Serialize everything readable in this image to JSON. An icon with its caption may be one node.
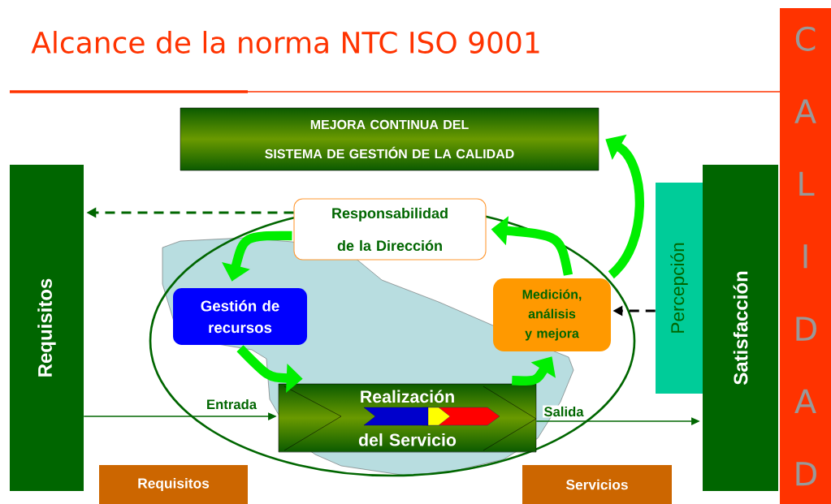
{
  "diagram": {
    "title": "Alcance de la norma NTC ISO 9001",
    "nodes": [
      {
        "text": [
          "MEJORA CONTINUA DEL",
          "SISTEMA DE GESTIÓN DE LA CALIDAD"
        ]
      },
      {
        "text": [
          "Requisitos"
        ]
      },
      {
        "text": [
          "Responsabilidad de la Dirección"
        ]
      },
      {
        "text": [
          "Gestión de recursos"
        ]
      },
      {
        "text": [
          "Realización del Servicio"
        ]
      },
      {
        "text": [
          "Medición, análisis y mejora"
        ]
      },
      {
        "text": [
          "Percepción"
        ]
      },
      {
        "text": [
          "Satisfacción"
        ]
      },
      {
        "text": [
          "Requisitos"
        ]
      },
      {
        "text": [
          "Servicios"
        ]
      },
      {
        "text": [
          "C A L I D A D"
        ]
      }
    ],
    "edges": [
      {
        "from": 1,
        "to": 4,
        "arrow": "to",
        "label": "Entrada",
        "color": "#006600"
      },
      {
        "from": 4,
        "to": 7,
        "arrow": "to",
        "label": "Salida",
        "color": "#006600"
      },
      {
        "from": 2,
        "to": 1,
        "arrow": "to",
        "style": "dashed",
        "color": "#006600"
      },
      {
        "from": 6,
        "to": 5,
        "arrow": "to",
        "style": "dashed",
        "color": "#000000"
      },
      {
        "from": 2,
        "to": 3,
        "arrow": "to"
      },
      {
        "from": 3,
        "to": 4,
        "arrow": "to"
      },
      {
        "from": 4,
        "to": 5,
        "arrow": "to"
      },
      {
        "from": 5,
        "to": 2,
        "arrow": "to"
      },
      {
        "from": 5,
        "to": 0,
        "arrow": "to"
      }
    ]
  }
}
